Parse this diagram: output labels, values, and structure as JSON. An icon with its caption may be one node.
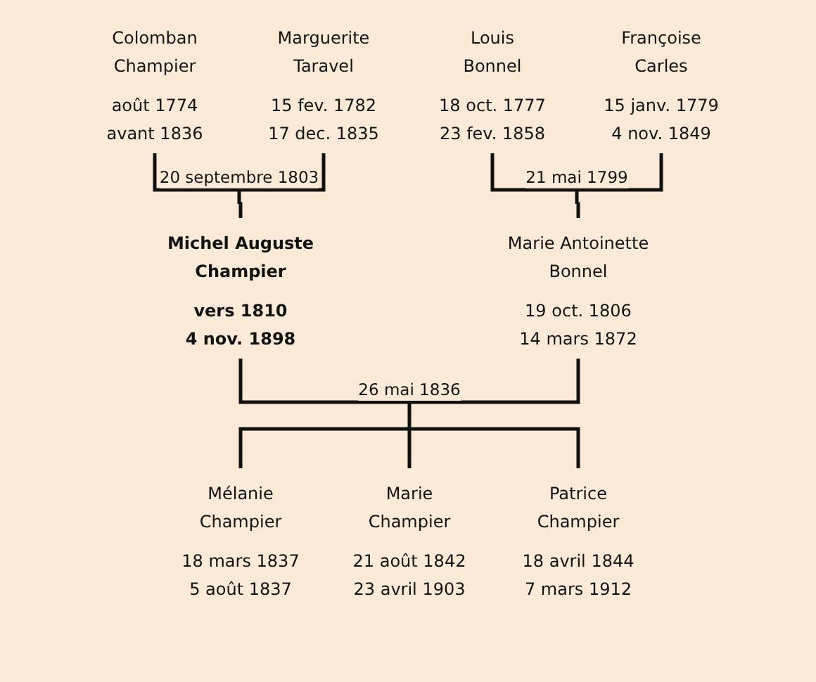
{
  "diagram": {
    "nodes": [
      {
        "text": [
          "Colomban Champier",
          "août 1774",
          "avant 1836"
        ]
      },
      {
        "text": [
          "Marguerite Taravel",
          "15 fev. 1782",
          "17 dec. 1835"
        ]
      },
      {
        "text": [
          "Louis Bonnel",
          "18 oct. 1777",
          "23 fev. 1858"
        ]
      },
      {
        "text": [
          "Françoise Carles",
          "15 janv. 1779",
          "4 nov. 1849"
        ]
      },
      {
        "text": [
          "Michel Auguste Champier",
          "vers 1810",
          "4 nov. 1898"
        ]
      },
      {
        "text": [
          "Marie Antoinette Bonnel",
          "19 oct. 1806",
          "14 mars 1872"
        ]
      },
      {
        "text": [
          "Mélanie Champier",
          "18 mars 1837",
          "5 août 1837"
        ]
      },
      {
        "text": [
          "Marie Champier",
          "21 août 1842",
          "23 avril 1903"
        ]
      },
      {
        "text": [
          "Patrice Champier",
          "18 avril 1844",
          "7 mars 1912"
        ]
      }
    ],
    "edges": [
      {
        "from": 0,
        "to": 4,
        "arrow": "none",
        "label": "20 septembre 1803"
      },
      {
        "from": 1,
        "to": 4,
        "arrow": "none"
      },
      {
        "from": 2,
        "to": 5,
        "arrow": "none",
        "label": "21 mai 1799"
      },
      {
        "from": 3,
        "to": 5,
        "arrow": "none"
      },
      {
        "from": 4,
        "to": 6,
        "arrow": "none",
        "label": "26 mai 1836"
      },
      {
        "from": 4,
        "to": 7,
        "arrow": "none"
      },
      {
        "from": 4,
        "to": 8,
        "arrow": "none"
      },
      {
        "from": 5,
        "to": 6,
        "arrow": "none"
      },
      {
        "from": 5,
        "to": 7,
        "arrow": "none"
      },
      {
        "from": 5,
        "to": 8,
        "arrow": "none"
      }
    ]
  }
}
